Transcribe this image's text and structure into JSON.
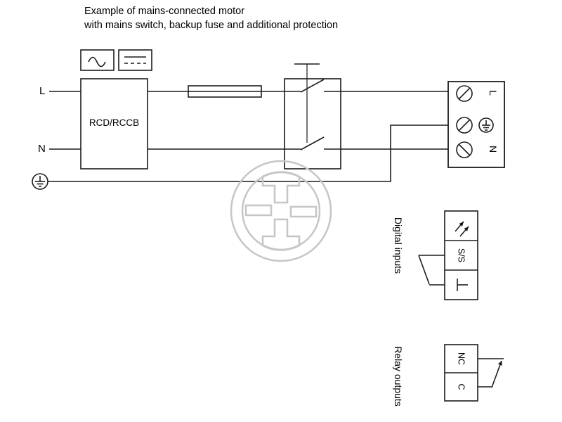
{
  "title": {
    "line1": "Example of mains-connected motor",
    "line2": "with mains switch, backup fuse and additional protection"
  },
  "supply": {
    "line_label": "L",
    "neutral_label": "N",
    "rcd_label": "RCD/RCCB"
  },
  "icons": {
    "ac_symbol": "ac-waveform-icon",
    "dc_symbol": "dc-dashed-icon",
    "earth_symbol": "protective-earth-icon",
    "screw_terminal": "screw-terminal-icon",
    "pulse_input": "pulse-arrows-icon",
    "ground_terminal": "ground-terminal-icon",
    "watermark": "circular-logo-watermark"
  },
  "terminal_block": {
    "line_label": "L",
    "neutral_label": "N"
  },
  "digital_inputs": {
    "heading": "Digital inputs",
    "ss_label": "S/S"
  },
  "relay_outputs": {
    "heading": "Relay outputs",
    "nc_label": "NC",
    "c_label": "C"
  },
  "colors": {
    "line": "#1c1c1c",
    "watermark": "#c6c6c6",
    "background": "#ffffff"
  }
}
